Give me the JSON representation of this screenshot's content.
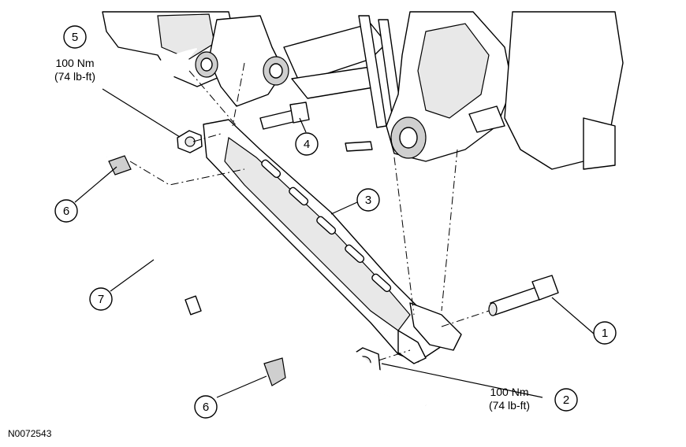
{
  "figure_id": "N0072543",
  "callouts": [
    {
      "num": "1"
    },
    {
      "num": "2",
      "torque_line1": "100 Nm",
      "torque_line2": "(74 lb-ft)"
    },
    {
      "num": "3"
    },
    {
      "num": "4"
    },
    {
      "num": "5",
      "torque_line1": "100 Nm",
      "torque_line2": "(74 lb-ft)"
    },
    {
      "num": "6"
    },
    {
      "num": "6"
    },
    {
      "num": "7"
    }
  ]
}
